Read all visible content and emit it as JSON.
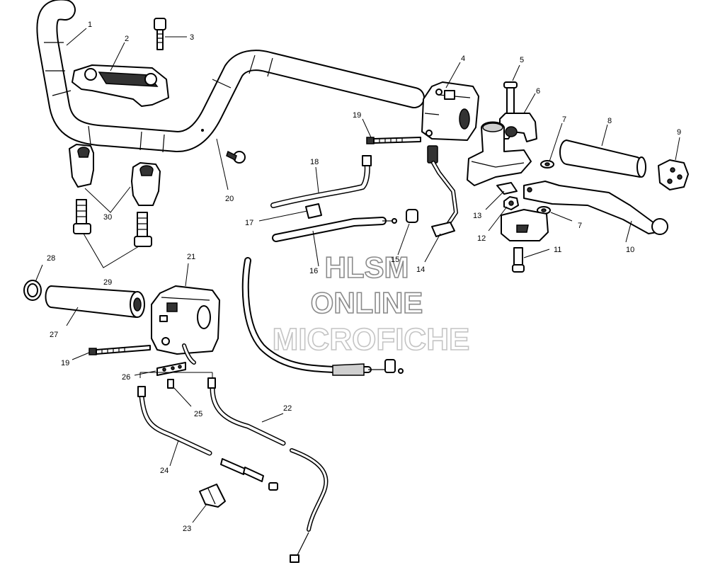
{
  "callouts": [
    {
      "id": "c1",
      "text": "1"
    },
    {
      "id": "c2",
      "text": "2"
    },
    {
      "id": "c3",
      "text": "3"
    },
    {
      "id": "c4",
      "text": "4"
    },
    {
      "id": "c5",
      "text": "5"
    },
    {
      "id": "c6",
      "text": "6"
    },
    {
      "id": "c7a",
      "text": "7"
    },
    {
      "id": "c7b",
      "text": "7"
    },
    {
      "id": "c8",
      "text": "8"
    },
    {
      "id": "c9",
      "text": "9"
    },
    {
      "id": "c10",
      "text": "10"
    },
    {
      "id": "c11",
      "text": "11"
    },
    {
      "id": "c12",
      "text": "12"
    },
    {
      "id": "c13",
      "text": "13"
    },
    {
      "id": "c14",
      "text": "14"
    },
    {
      "id": "c15",
      "text": "15"
    },
    {
      "id": "c16",
      "text": "16"
    },
    {
      "id": "c17",
      "text": "17"
    },
    {
      "id": "c18",
      "text": "18"
    },
    {
      "id": "c19a",
      "text": "19"
    },
    {
      "id": "c19b",
      "text": "19"
    },
    {
      "id": "c20",
      "text": "20"
    },
    {
      "id": "c21",
      "text": "21"
    },
    {
      "id": "c22",
      "text": "22"
    },
    {
      "id": "c23",
      "text": "23"
    },
    {
      "id": "c24",
      "text": "24"
    },
    {
      "id": "c25",
      "text": "25"
    },
    {
      "id": "c26",
      "text": "26"
    },
    {
      "id": "c27",
      "text": "27"
    },
    {
      "id": "c28",
      "text": "28"
    },
    {
      "id": "c29",
      "text": "29"
    },
    {
      "id": "c30",
      "text": "30"
    }
  ],
  "watermark": {
    "line1": "HLSM",
    "line2": "ONLINE",
    "line3": "MICROFICHE"
  }
}
